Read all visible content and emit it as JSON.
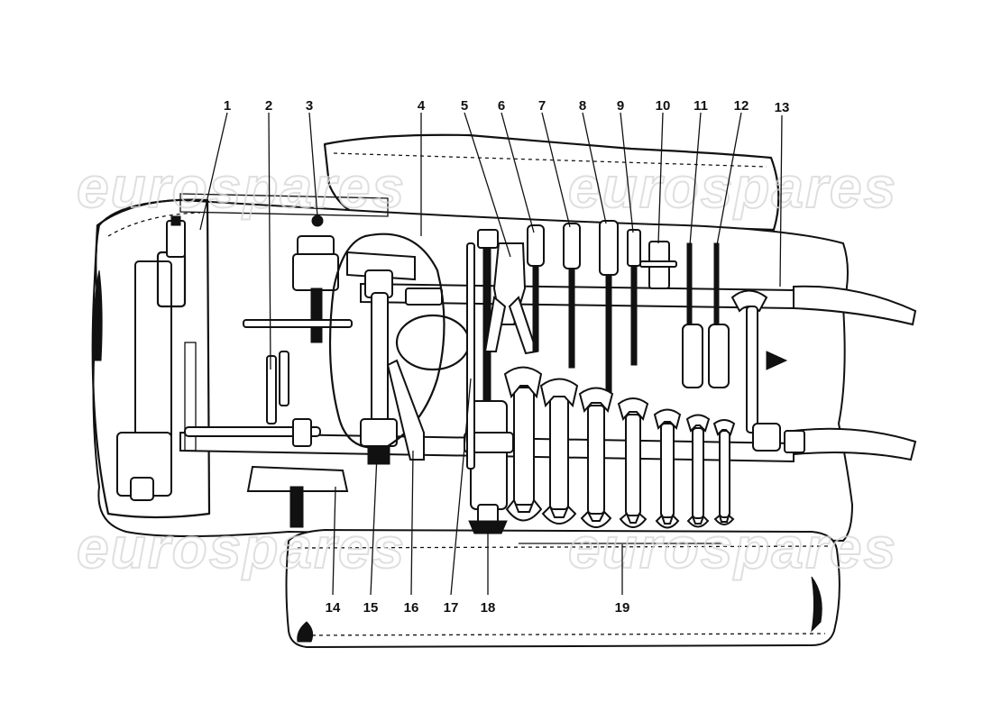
{
  "diagram": {
    "callouts": [
      {
        "number": "1"
      },
      {
        "number": "2"
      },
      {
        "number": "3"
      },
      {
        "number": "4"
      },
      {
        "number": "5"
      },
      {
        "number": "6"
      },
      {
        "number": "7"
      },
      {
        "number": "8"
      },
      {
        "number": "9"
      },
      {
        "number": "10"
      },
      {
        "number": "11"
      },
      {
        "number": "12"
      },
      {
        "number": "13"
      },
      {
        "number": "14"
      },
      {
        "number": "15"
      },
      {
        "number": "16"
      },
      {
        "number": "17"
      },
      {
        "number": "18"
      },
      {
        "number": "19"
      }
    ]
  },
  "watermark": {
    "text": "eurospares"
  }
}
